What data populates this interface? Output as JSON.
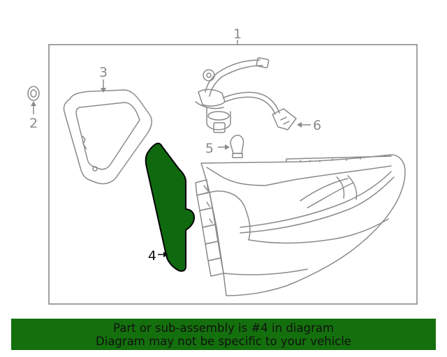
{
  "diagram": {
    "callouts": {
      "assembly": "1",
      "seal": "2",
      "gasket": "3",
      "highlighted_part": "4",
      "bulb": "5",
      "socket_harness": "6"
    }
  },
  "banner": {
    "line1": "Part or sub-assembly is #4 in diagram",
    "line2": "Diagram may not be specific to your vehicle",
    "background_color": "#14700d"
  },
  "colors": {
    "linework": "#8a8a8a",
    "highlight_fill": "#0f6a0f",
    "highlight_outline": "#000000"
  }
}
